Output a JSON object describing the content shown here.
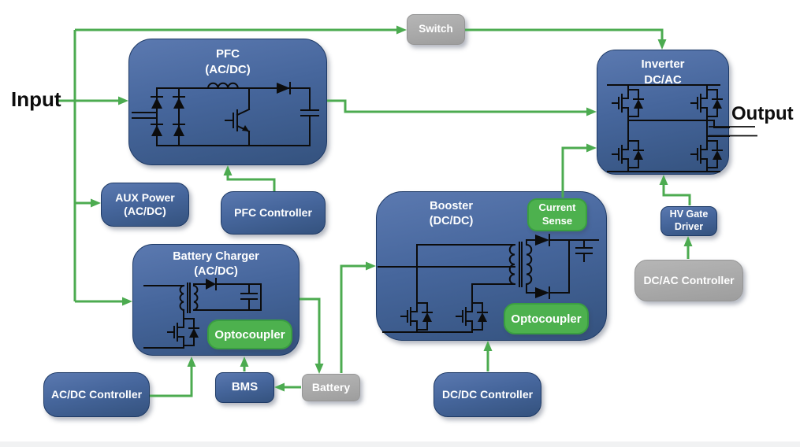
{
  "diagram": {
    "input_label": "Input",
    "output_label": "Output"
  },
  "blocks": {
    "pfc": {
      "line1": "PFC",
      "line2": "(AC/DC)"
    },
    "switch": {
      "label": "Switch"
    },
    "inverter": {
      "line1": "Inverter",
      "line2": "DC/AC"
    },
    "aux_power": {
      "line1": "AUX Power",
      "line2": "(AC/DC)"
    },
    "pfc_controller": {
      "label": "PFC Controller"
    },
    "battery_charger": {
      "line1": "Battery Charger",
      "line2": "(AC/DC)",
      "badge_optocoupler": "Optocoupler"
    },
    "booster": {
      "line1": "Booster",
      "line2": "(DC/DC)",
      "badge_current_sense": "Current Sense",
      "badge_optocoupler": "Optocoupler"
    },
    "hv_gate_driver": {
      "line1": "HV Gate",
      "line2": "Driver"
    },
    "dc_ac_controller": {
      "label": "DC/AC Controller"
    },
    "ac_dc_controller": {
      "label": "AC/DC Controller"
    },
    "bms": {
      "label": "BMS"
    },
    "battery": {
      "label": "Battery"
    },
    "dc_dc_controller": {
      "label": "DC/DC Controller"
    }
  },
  "colors": {
    "block_blue_top": "#5b79b0",
    "block_blue_bottom": "#34527e",
    "block_border": "#1e3a66",
    "badge_green": "#4db14e",
    "badge_green_border": "#3a9e41",
    "wire_green": "#4cab50",
    "gray_fill": "#a9a9a9",
    "gray_border": "#969696",
    "circuit_black": "#0c0c0c",
    "label_black": "#0d0d0d"
  }
}
